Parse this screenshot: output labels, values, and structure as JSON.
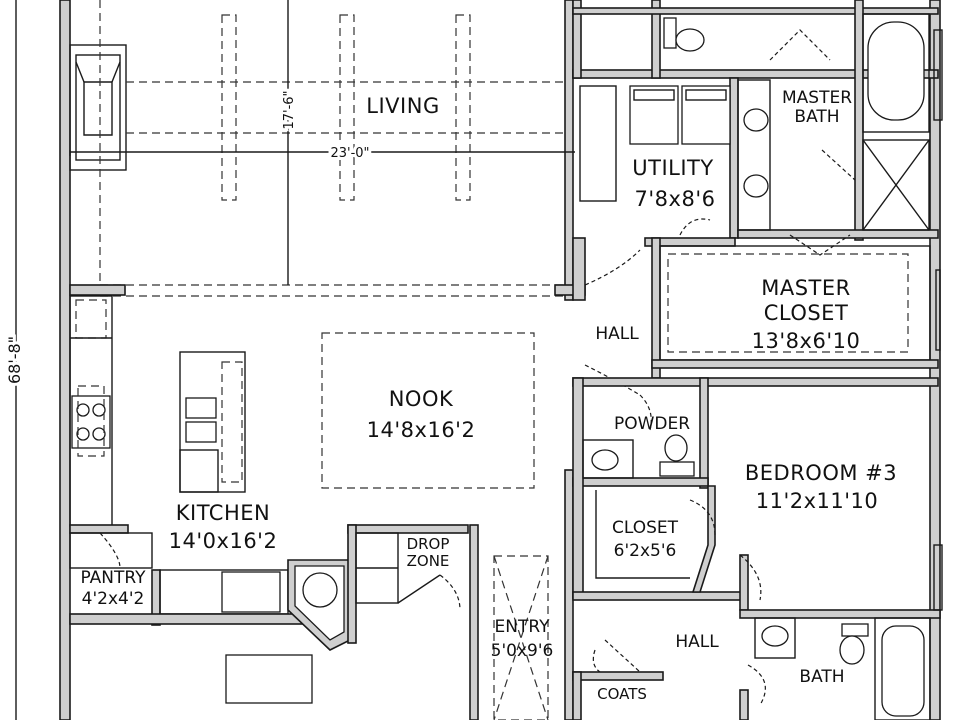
{
  "rooms": {
    "living": {
      "name": "LIVING",
      "dims": ""
    },
    "utility": {
      "name": "UTILITY",
      "dims": "7'8x8'6"
    },
    "master_bath": {
      "name_line1": "MASTER",
      "name_line2": "BATH"
    },
    "master_closet": {
      "name_line1": "MASTER",
      "name_line2": "CLOSET",
      "dims": "13'8x6'10"
    },
    "hall_upper": {
      "name": "HALL"
    },
    "nook": {
      "name": "NOOK",
      "dims": "14'8x16'2"
    },
    "powder": {
      "name": "POWDER"
    },
    "bedroom3": {
      "name": "BEDROOM #3",
      "dims": "11'2x11'10"
    },
    "kitchen": {
      "name": "KITCHEN",
      "dims": "14'0x16'2"
    },
    "closet": {
      "name": "CLOSET",
      "dims": "6'2x5'6"
    },
    "drop_zone": {
      "name_line1": "DROP",
      "name_line2": "ZONE"
    },
    "pantry": {
      "name": "PANTRY",
      "dims": "4'2x4'2"
    },
    "entry": {
      "name": "ENTRY",
      "dims": "5'0x9'6"
    },
    "hall_lower": {
      "name": "HALL"
    },
    "bath": {
      "name": "BATH"
    },
    "coats": {
      "name": "COATS"
    }
  },
  "dimensions": {
    "living_width": "23'-0\"",
    "living_depth": "17'-6\"",
    "overall_depth": "68'-8\""
  },
  "colors": {
    "wall_fill": "#cfcfcf",
    "line": "#1a1a1a",
    "background": "#ffffff"
  }
}
